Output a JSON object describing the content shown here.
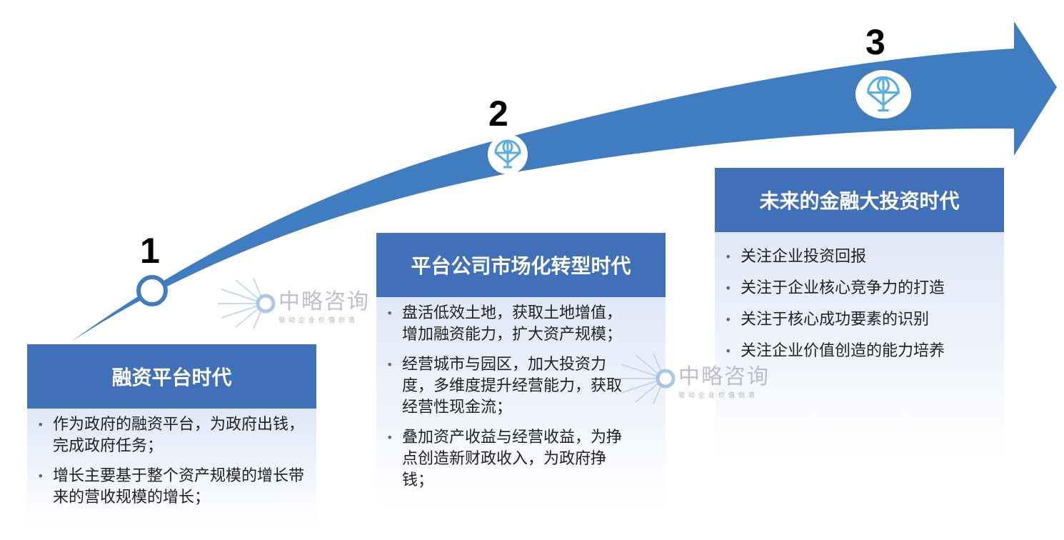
{
  "colors": {
    "arrow": "#3f7dc0",
    "header": "#4070b8",
    "icon": "#5aaee0"
  },
  "stages": [
    {
      "number": "1",
      "title": "融资平台时代",
      "bullets": [
        "作为政府的融资平台，为政府出钱，完成政府任务；",
        "增长主要基于整个资产规模的增长带来的营收规模的增长；"
      ]
    },
    {
      "number": "2",
      "title": "平台公司市场化转型时代",
      "bullets": [
        "盘活低效土地，获取土地增值，增加融资能力，扩大资产规模；",
        "经营城市与园区，加大投资力度，多维度提升经营能力，获取经营性现金流；",
        "叠加资产收益与经营收益，为挣点创造新财政收入，为政府挣钱；"
      ]
    },
    {
      "number": "3",
      "title": "未来的金融大投资时代",
      "bullets": [
        "关注企业投资回报",
        "关注于企业核心竞争力的打造",
        "关注于核心成功要素的识别",
        "关注企业价值创造的能力培养"
      ]
    }
  ],
  "watermark": {
    "name": "中略咨询",
    "slogan": "驱动企业价值创造"
  }
}
